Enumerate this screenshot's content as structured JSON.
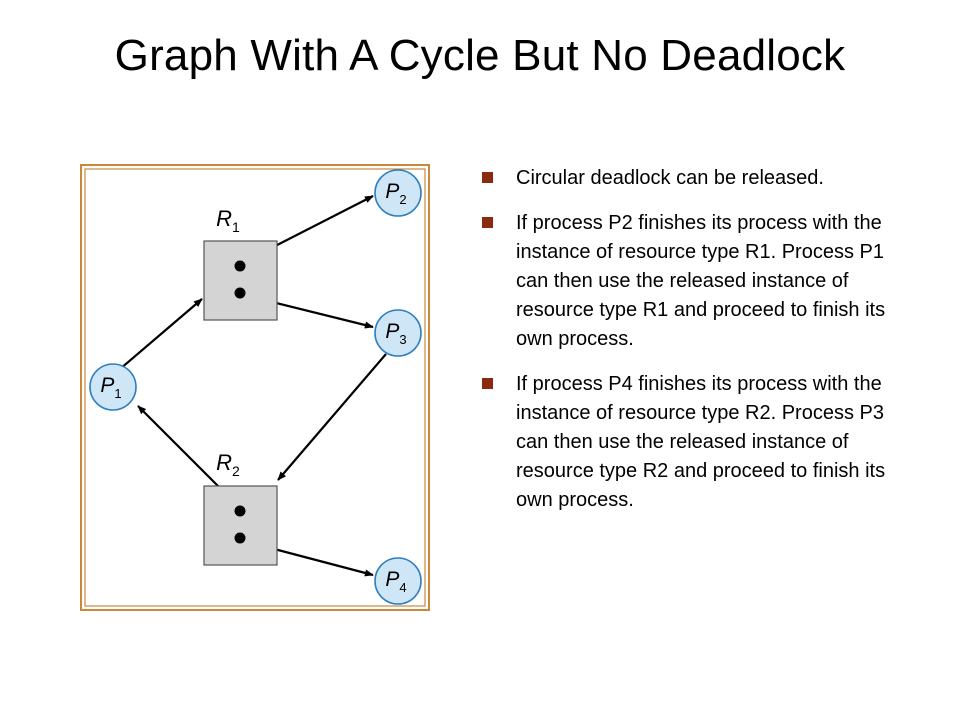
{
  "slide": {
    "title": "Graph With A Cycle But No Deadlock"
  },
  "diagram": {
    "resources": [
      {
        "label": "R",
        "sub": "1"
      },
      {
        "label": "R",
        "sub": "2"
      }
    ],
    "processes": [
      {
        "label": "P",
        "sub": "1"
      },
      {
        "label": "P",
        "sub": "2"
      },
      {
        "label": "P",
        "sub": "3"
      },
      {
        "label": "P",
        "sub": "4"
      }
    ]
  },
  "bullets": [
    {
      "text": "Circular deadlock can be released."
    },
    {
      "text": "If process P2 finishes its process with the instance of resource type R1.  Process P1 can then use the released instance of resource type R1 and proceed to finish its own process."
    },
    {
      "text": "If process P4 finishes its process with the instance of resource type R2.  Process P3 can then use the released instance of resource type R2 and proceed to finish its own process."
    }
  ],
  "colors": {
    "frame_border": "#c8893a",
    "bullet_marker": "#8b2a0e",
    "resource_fill": "#d4d4d4",
    "process_fill": "#cfe6f7",
    "process_stroke": "#2f7fbf"
  }
}
